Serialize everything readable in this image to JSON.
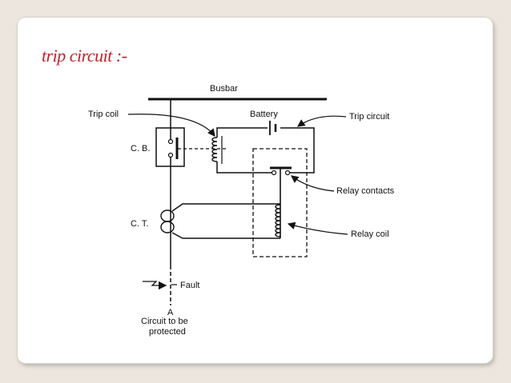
{
  "slide": {
    "title": "trip circuit :-"
  },
  "diagram": {
    "labels": {
      "busbar": "Busbar",
      "trip_coil": "Trip coil",
      "battery": "Battery",
      "trip_circuit": "Trip circuit",
      "cb": "C. B.",
      "relay_contacts": "Relay contacts",
      "ct": "C. T.",
      "relay_coil": "Relay coil",
      "fault": "Fault",
      "point_a": "A",
      "protected_line1": "Circuit to be",
      "protected_line2": "protected"
    }
  }
}
